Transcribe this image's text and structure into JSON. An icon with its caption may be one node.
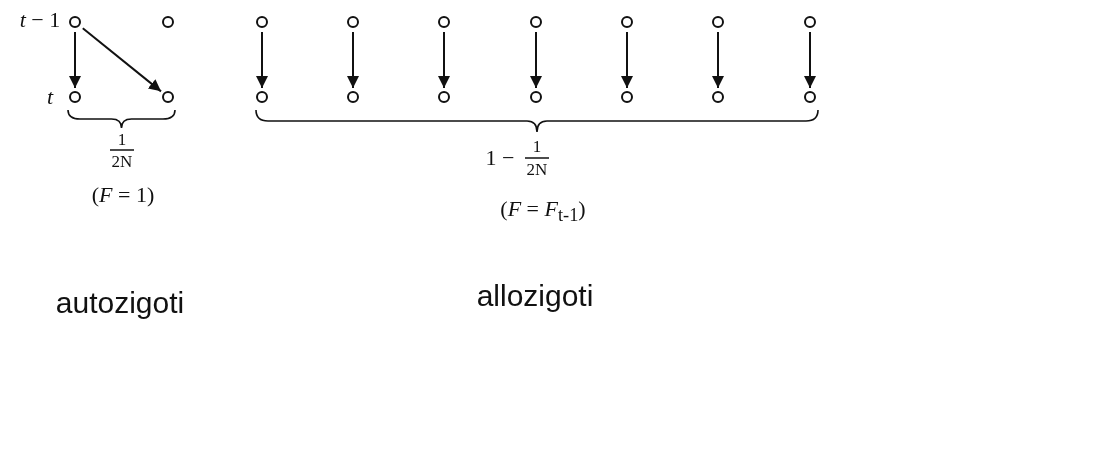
{
  "diagram": {
    "nodes": [
      {
        "text": [],
        "shape": "circle"
      },
      {
        "text": [],
        "shape": "circle"
      },
      {
        "text": [],
        "shape": "circle"
      },
      {
        "text": [],
        "shape": "circle"
      },
      {
        "text": [],
        "shape": "circle"
      },
      {
        "text": [],
        "shape": "circle"
      },
      {
        "text": [],
        "shape": "circle"
      },
      {
        "text": [],
        "shape": "circle"
      },
      {
        "text": [],
        "shape": "circle"
      },
      {
        "text": [],
        "shape": "circle"
      },
      {
        "text": [],
        "shape": "circle"
      },
      {
        "text": [],
        "shape": "circle"
      },
      {
        "text": [],
        "shape": "circle"
      },
      {
        "text": [],
        "shape": "circle"
      },
      {
        "text": [],
        "shape": "circle"
      },
      {
        "text": [],
        "shape": "circle"
      },
      {
        "text": [],
        "shape": "circle"
      },
      {
        "text": [],
        "shape": "circle"
      }
    ],
    "edges": [
      {
        "from": 0,
        "to": 9,
        "arrow": "to"
      },
      {
        "from": 0,
        "to": 10,
        "arrow": "to"
      },
      {
        "from": 2,
        "to": 11,
        "arrow": "to"
      },
      {
        "from": 3,
        "to": 12,
        "arrow": "to"
      },
      {
        "from": 4,
        "to": 13,
        "arrow": "to"
      },
      {
        "from": 5,
        "to": 14,
        "arrow": "to"
      },
      {
        "from": 6,
        "to": 15,
        "arrow": "to"
      },
      {
        "from": 7,
        "to": 16,
        "arrow": "to"
      },
      {
        "from": 8,
        "to": 17,
        "arrow": "to"
      }
    ],
    "labels": [
      "*t* − 1",
      "*t*",
      "1",
      "2N",
      "(*F* = 1)",
      "1 −",
      "1",
      "2N",
      "(*F* = *F*$_{t-1}$)",
      "autozigoti",
      "allozigoti"
    ]
  }
}
